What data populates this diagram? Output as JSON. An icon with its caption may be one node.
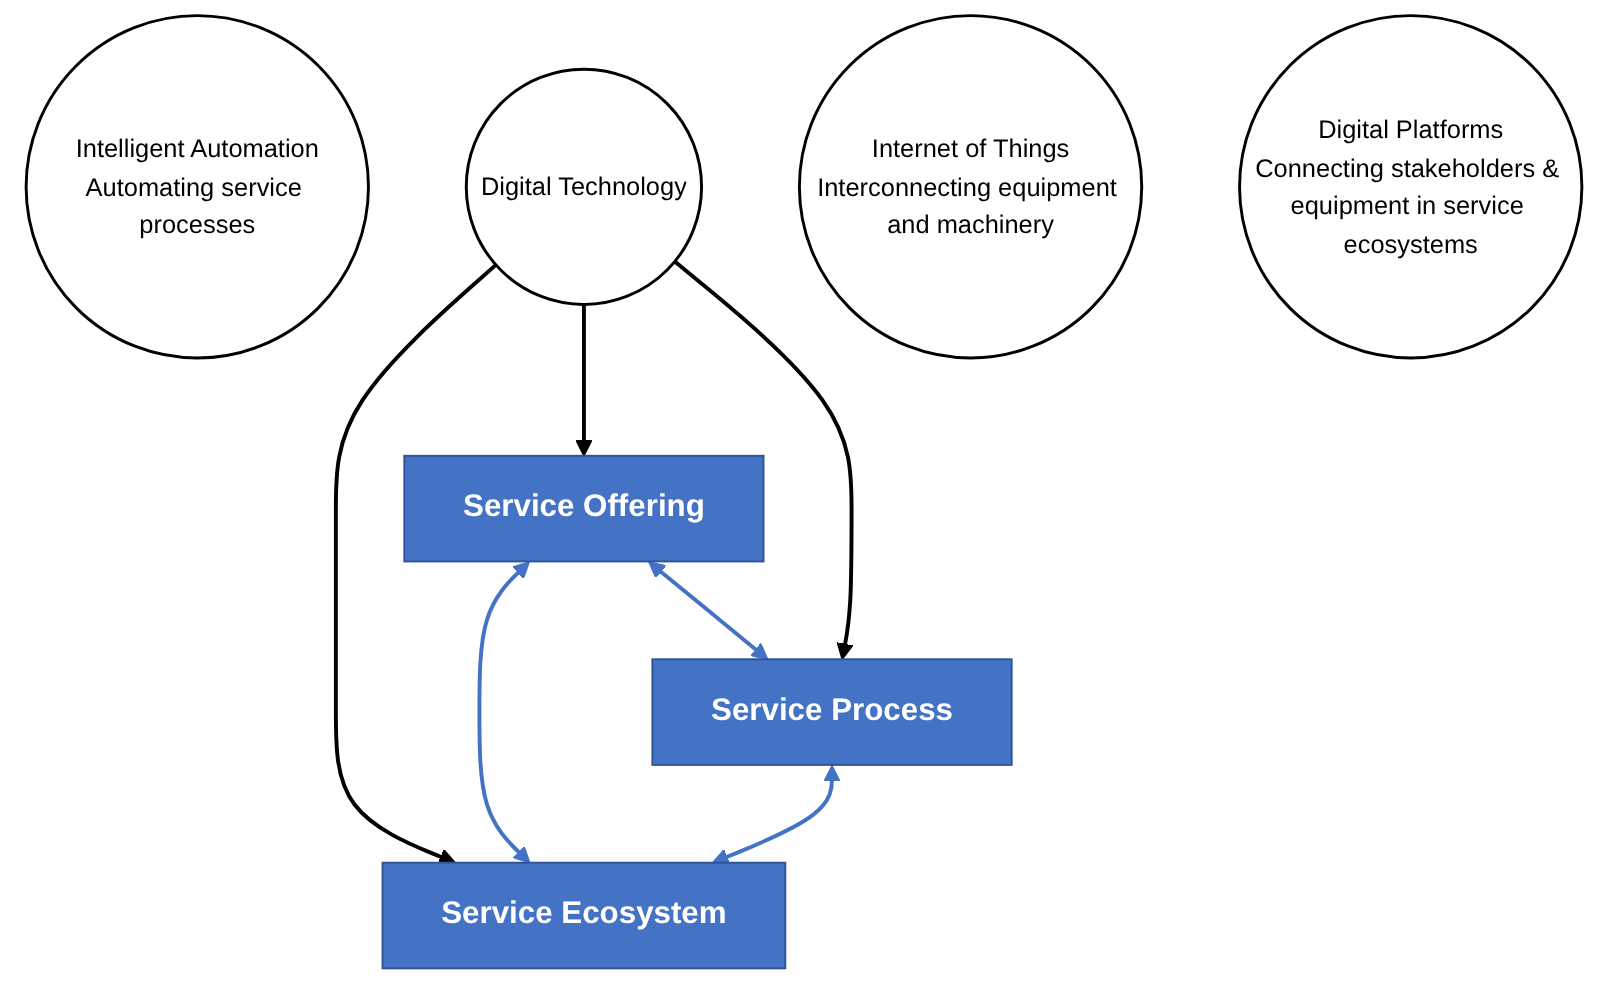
{
  "diagram": {
    "nodes": [
      {
        "text": [
          "Service Offering"
        ]
      },
      {
        "text": [
          "Service Process"
        ]
      },
      {
        "text": [
          "Intelligent Automation",
          "Automating service processes"
        ]
      },
      {
        "text": [
          "Digital Technology"
        ]
      },
      {
        "text": [
          "Internet of Things",
          "Interconnecting equipment and machinery"
        ]
      },
      {
        "text": [
          "Digital Platforms",
          "Connecting stakeholders & equipment in service ecosystems"
        ]
      },
      {
        "text": [
          "Service Ecosystem"
        ]
      }
    ],
    "edges": [
      {
        "from": 0,
        "to": 1,
        "arrow": "both",
        "color": "#4472c4"
      },
      {
        "from": 3,
        "to": 0,
        "arrow": "to",
        "color": "#000000"
      },
      {
        "from": 3,
        "to": 1,
        "arrow": "to",
        "color": "#000000"
      },
      {
        "from": 3,
        "to": 6,
        "arrow": "to",
        "color": "#000000"
      },
      {
        "from": 0,
        "to": 6,
        "arrow": "both",
        "color": "#4472c4"
      },
      {
        "from": 1,
        "to": 6,
        "arrow": "both",
        "color": "#4472c4"
      }
    ]
  }
}
